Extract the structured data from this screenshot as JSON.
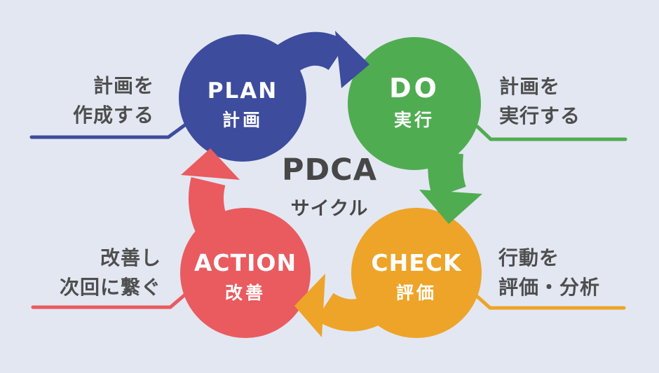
{
  "title": {
    "main": "PDCA",
    "sub": "サイクル"
  },
  "colors": {
    "background": "#E3E7F2",
    "plan": "#3D4C9D",
    "do": "#50AC51",
    "check": "#EDA428",
    "action": "#E95B5F",
    "label_text": "#4E4E4E",
    "step_text": "#FFFFFF"
  },
  "steps": [
    {
      "name": "PLAN",
      "ja": "計画"
    },
    {
      "name": "DO",
      "ja": "実行"
    },
    {
      "name": "CHECK",
      "ja": "評価"
    },
    {
      "name": "ACTION",
      "ja": "改善"
    }
  ],
  "annotations": {
    "plan": {
      "line1": "計画を",
      "line2": "作成する"
    },
    "do": {
      "line1": "計画を",
      "line2": "実行する"
    },
    "check": {
      "line1": "行動を",
      "line2": "評価・分析"
    },
    "action": {
      "line1": "改善し",
      "line2": "次回に繋ぐ"
    }
  }
}
